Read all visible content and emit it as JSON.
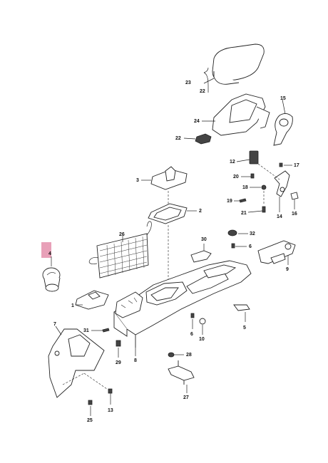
{
  "callouts": [
    "1",
    "2",
    "3",
    "4",
    "5",
    "6",
    "6",
    "7",
    "8",
    "9",
    "10",
    "12",
    "13",
    "14",
    "15",
    "16",
    "17",
    "18",
    "19",
    "20",
    "21",
    "22",
    "22",
    "23",
    "24",
    "25",
    "26",
    "27",
    "28",
    "29",
    "30",
    "31",
    "32"
  ],
  "highlight_color": "#e8a0b8",
  "highlighted_callout": "4"
}
